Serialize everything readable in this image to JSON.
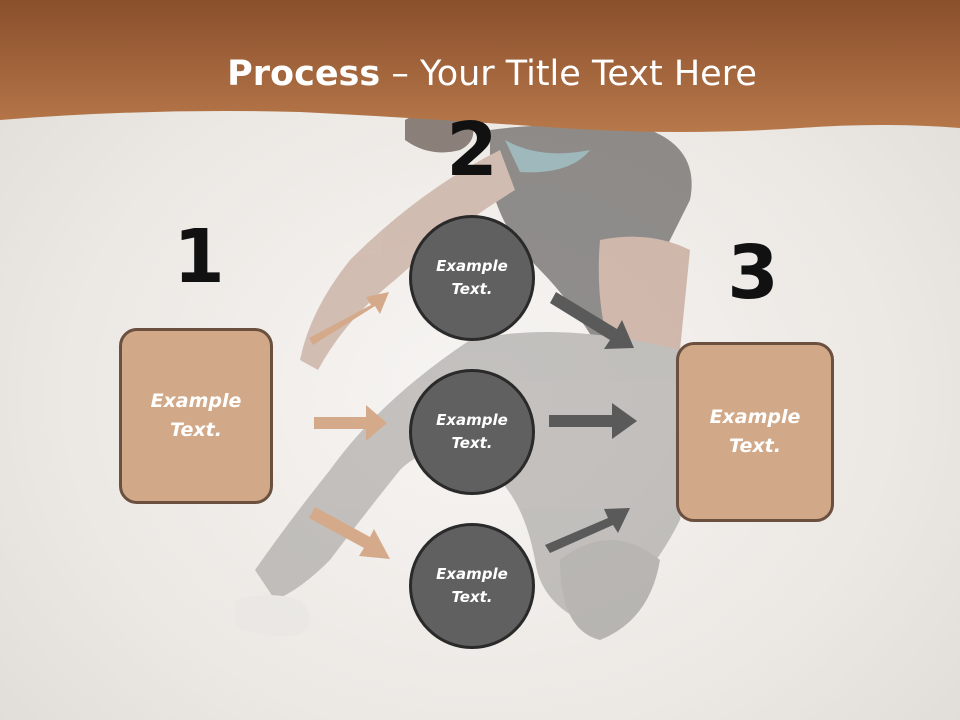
{
  "title": {
    "bold": "Process",
    "rest": " – Your Title Text Here"
  },
  "steps": {
    "one": "1",
    "two": "2",
    "three": "3"
  },
  "left_box": {
    "text": "Example Text."
  },
  "right_box": {
    "text": "Example Text."
  },
  "circles": [
    {
      "text": "Example Text."
    },
    {
      "text": "Example Text."
    },
    {
      "text": "Example Text."
    }
  ],
  "colors": {
    "header": "#a8683c",
    "box_fill": "#d1a988",
    "box_border": "#6b5040",
    "circle_fill": "#606060",
    "in_arrow": "#d4aa8a",
    "out_arrow": "#5a5a5a"
  }
}
